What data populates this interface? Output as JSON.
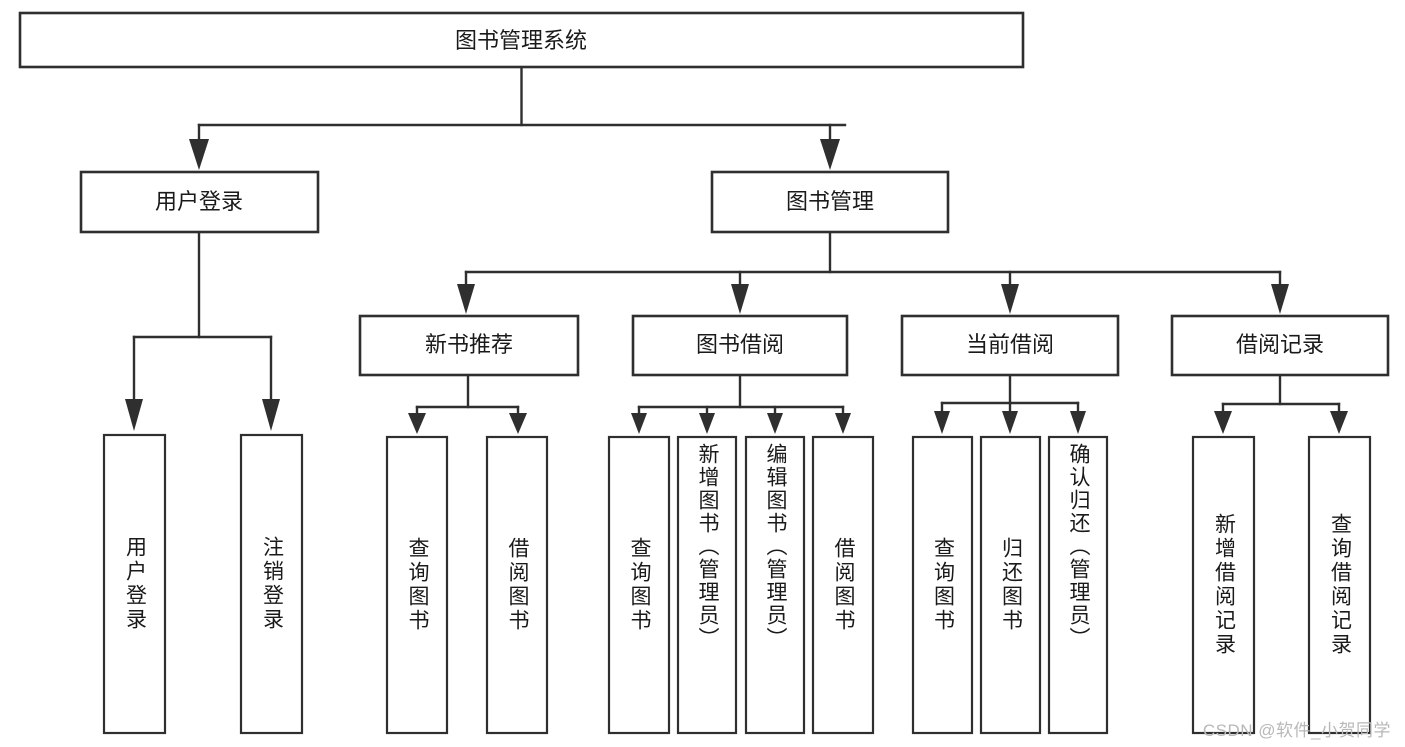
{
  "diagram": {
    "title": "图书管理系统",
    "type": "hierarchy-tree",
    "watermark": "CSDN @软件_小贺同学",
    "levels": {
      "root": {
        "label": "图书管理系统",
        "orientation": "horizontal"
      },
      "level2": [
        {
          "id": "user-login",
          "label": "用户登录",
          "orientation": "horizontal"
        },
        {
          "id": "book-management",
          "label": "图书管理",
          "orientation": "horizontal"
        }
      ],
      "level3": [
        {
          "id": "new-book-recommend",
          "label": "新书推荐",
          "orientation": "horizontal",
          "parent": "book-management"
        },
        {
          "id": "book-borrow",
          "label": "图书借阅",
          "orientation": "horizontal",
          "parent": "book-management"
        },
        {
          "id": "current-borrow",
          "label": "当前借阅",
          "orientation": "horizontal",
          "parent": "book-management"
        },
        {
          "id": "borrow-record",
          "label": "借阅记录",
          "orientation": "horizontal",
          "parent": "book-management"
        }
      ],
      "leaves": [
        {
          "id": "leaf-user-login",
          "label": "用户登录",
          "orientation": "vertical",
          "parent": "user-login"
        },
        {
          "id": "leaf-logout-login",
          "label": "注销登录",
          "orientation": "vertical",
          "parent": "user-login"
        },
        {
          "id": "leaf-query-book-1",
          "label": "查询图书",
          "orientation": "vertical",
          "parent": "new-book-recommend"
        },
        {
          "id": "leaf-borrow-book-1",
          "label": "借阅图书",
          "orientation": "vertical",
          "parent": "new-book-recommend"
        },
        {
          "id": "leaf-query-book-2",
          "label": "查询图书",
          "orientation": "vertical",
          "parent": "book-borrow"
        },
        {
          "id": "leaf-add-book",
          "label": "新增图书（管理员）",
          "orientation": "vertical",
          "parent": "book-borrow"
        },
        {
          "id": "leaf-edit-book",
          "label": "编辑图书（管理员）",
          "orientation": "vertical",
          "parent": "book-borrow"
        },
        {
          "id": "leaf-borrow-book-2",
          "label": "借阅图书",
          "orientation": "vertical",
          "parent": "book-borrow"
        },
        {
          "id": "leaf-query-book-3",
          "label": "查询图书",
          "orientation": "vertical",
          "parent": "current-borrow"
        },
        {
          "id": "leaf-return-book",
          "label": "归还图书",
          "orientation": "vertical",
          "parent": "current-borrow"
        },
        {
          "id": "leaf-confirm-return",
          "label": "确认归还（管理员）",
          "orientation": "vertical",
          "parent": "current-borrow"
        },
        {
          "id": "leaf-add-record",
          "label": "新增借阅记录",
          "orientation": "vertical",
          "parent": "borrow-record"
        },
        {
          "id": "leaf-query-record",
          "label": "查询借阅记录",
          "orientation": "vertical",
          "parent": "borrow-record"
        }
      ]
    },
    "colors": {
      "stroke": "#2f2f2f",
      "fill": "#ffffff",
      "text": "#1a1a1a",
      "watermark": "#b8b8b8"
    }
  }
}
